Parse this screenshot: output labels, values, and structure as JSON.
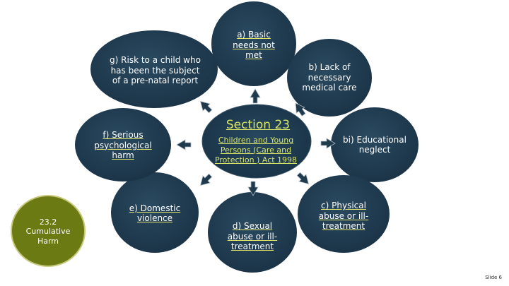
{
  "colors": {
    "node_fill": "#1f3a4d",
    "node_stroke": "#15293a",
    "center_fill": "#1e3a4e",
    "center_text": "#d8e46a",
    "cumulative_fill": "#6b7a12",
    "cumulative_stroke": "#c7c97a",
    "arrow_fill": "#1f3a4d",
    "arrow_stroke": "#aab6c0"
  },
  "center": {
    "title": "Section 23",
    "subtitle": "Children and Young Persons (Care and Protection ) Act 1998"
  },
  "nodes": {
    "a": "a) Basic needs not met",
    "b": "b) Lack of necessary medical care",
    "bi": "bi) Educational neglect",
    "c": "c) Physical abuse or ill-treatment",
    "d": "d) Sexual abuse or ill-treatment",
    "e": "e) Domestic violence",
    "f": "f) Serious psychological harm",
    "g": "g) Risk to a child who has been the subject of a pre-natal report"
  },
  "cumulative": "23.2 Cumulative Harm",
  "slide_number": "Slide 6"
}
